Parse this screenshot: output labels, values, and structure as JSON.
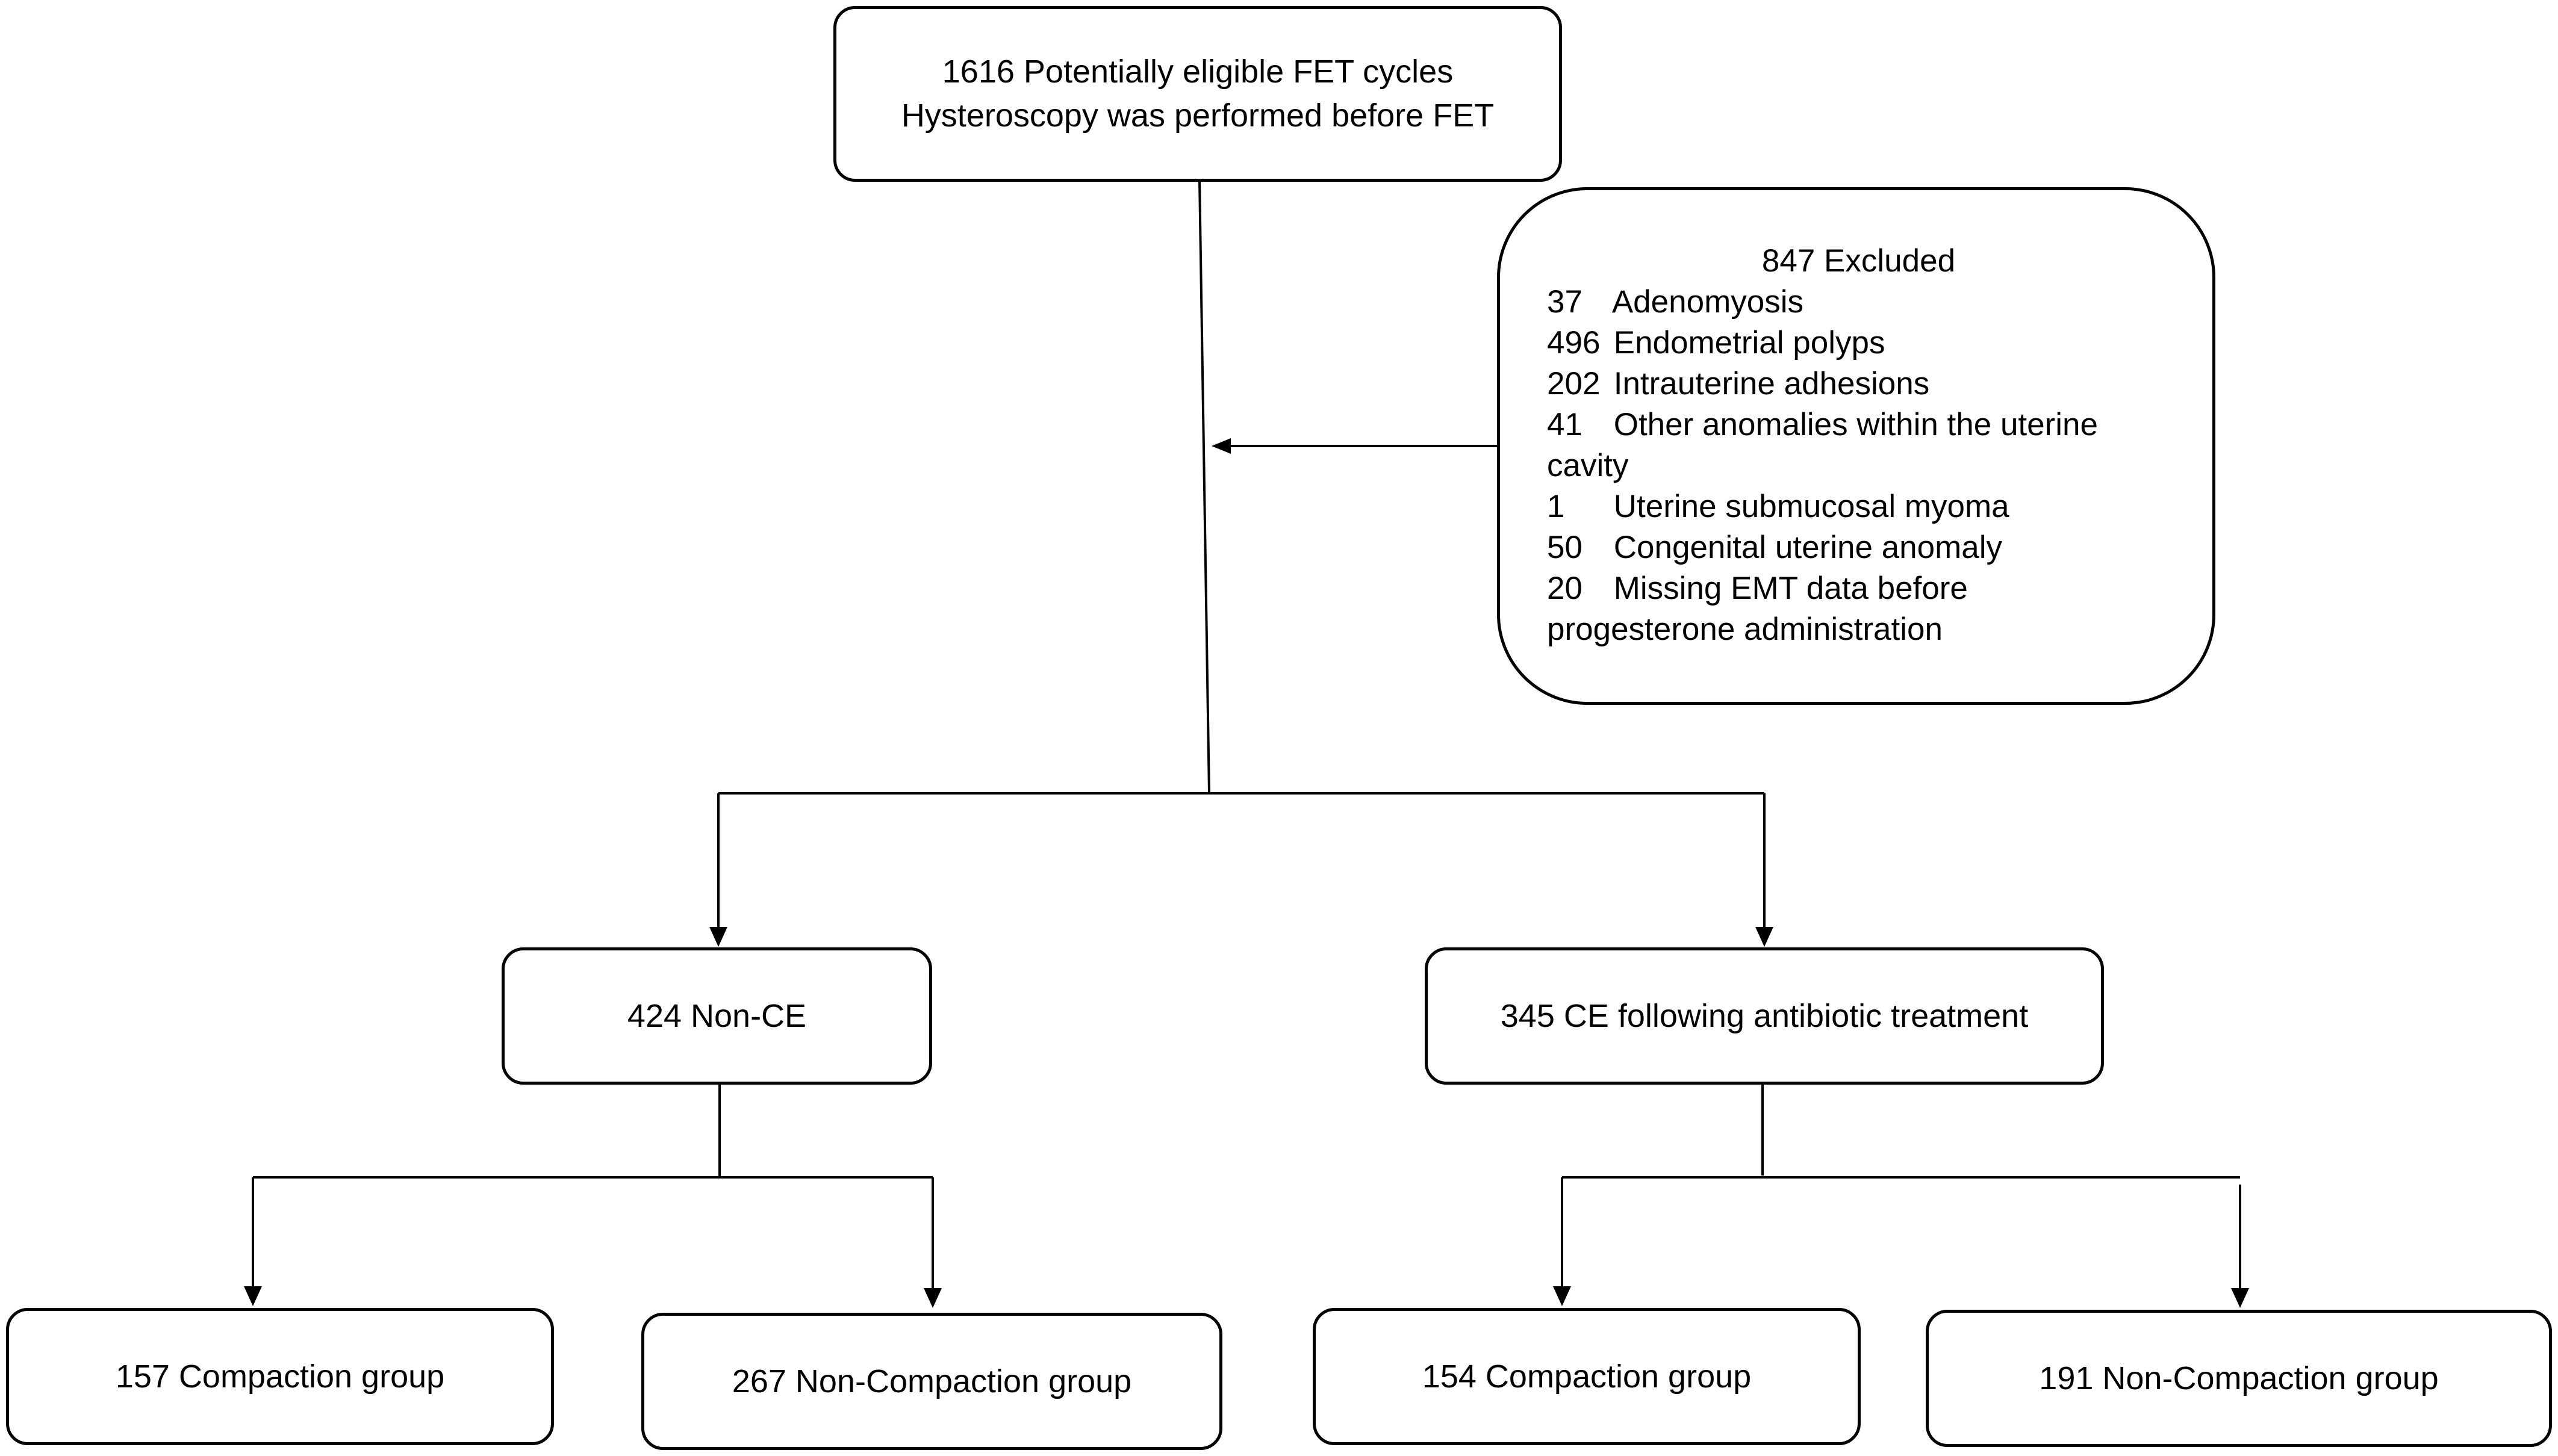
{
  "colors": {
    "stroke": "#000000",
    "background": "#ffffff",
    "text": "#000000"
  },
  "top": {
    "line1": "1616 Potentially eligible FET cycles",
    "line2": "Hysteroscopy was performed before FET"
  },
  "excluded": {
    "title": "847 Excluded",
    "items": [
      {
        "count": "37",
        "text": "Adenomyosis"
      },
      {
        "count": "496",
        "text": "Endometrial polyps"
      },
      {
        "count": "202",
        "text": "Intrauterine adhesions"
      },
      {
        "count": "41",
        "text": "Other anomalies within the uterine cavity"
      },
      {
        "count": "1",
        "text": "Uterine submucosal myoma"
      },
      {
        "count": "50",
        "text": "Congenital uterine anomaly"
      },
      {
        "count": "20",
        "text": "Missing EMT data before progesterone administration"
      }
    ]
  },
  "groups": {
    "non_ce": "424 Non-CE",
    "ce": "345 CE following antibiotic treatment"
  },
  "leaves": {
    "non_ce_compaction": "157 Compaction group",
    "non_ce_non_compaction": "267 Non-Compaction group",
    "ce_compaction": "154 Compaction group",
    "ce_non_compaction": "191 Non-Compaction group"
  }
}
